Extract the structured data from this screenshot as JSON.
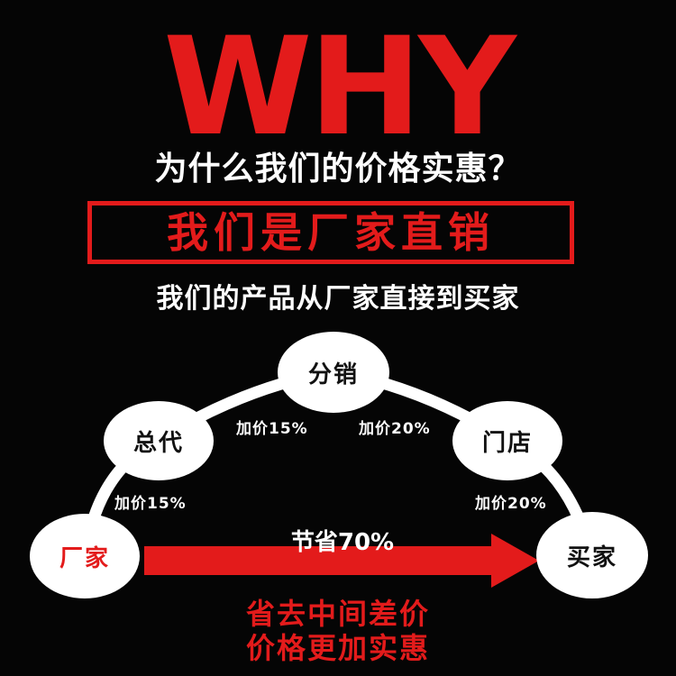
{
  "headline": "WHY",
  "subtitle": "为什么我们的价格实惠？",
  "banner": "我们是厂家直销",
  "description": "我们的产品从厂家直接到买家",
  "nodes": {
    "factory": "厂家",
    "general_agent": "总代",
    "distributor": "分销",
    "store": "门店",
    "buyer": "买家"
  },
  "markups": {
    "factory_to_agent": "加价15%",
    "agent_to_distributor": "加价15%",
    "distributor_to_store": "加价20%",
    "store_to_buyer": "加价20%"
  },
  "savings": "节省70%",
  "slogan": {
    "line1": "省去中间差价",
    "line2": "价格更加实惠"
  },
  "colors": {
    "background": "#050505",
    "accent_red": "#e31b1b",
    "text_white": "#ffffff",
    "text_dark": "#111111"
  }
}
